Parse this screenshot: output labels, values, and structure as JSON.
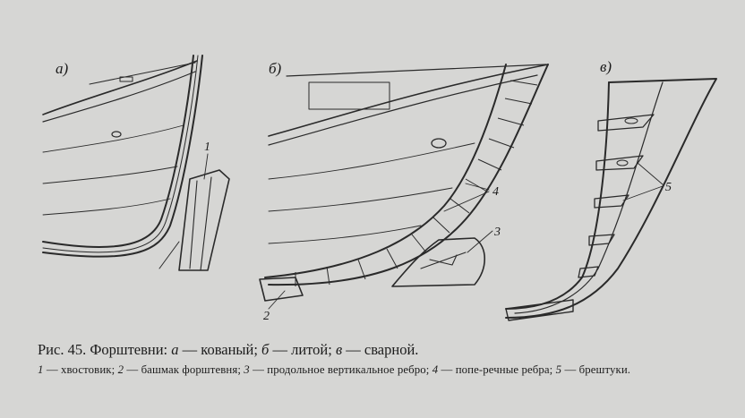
{
  "panels": [
    {
      "letter": "а)"
    },
    {
      "letter": "б)"
    },
    {
      "letter": "в)"
    }
  ],
  "callouts": [
    "1",
    "2",
    "3",
    "4",
    "5"
  ],
  "caption": {
    "title_prefix": "Рис. 45. Форштевни:",
    "parts": [
      {
        "key": "а",
        "text": "— кованый;"
      },
      {
        "key": "б",
        "text": "— литой;"
      },
      {
        "key": "в",
        "text": "— сварной."
      }
    ]
  },
  "legend": [
    {
      "num": "1",
      "text": "— хвостовик;"
    },
    {
      "num": "2",
      "text": "— башмак форштевня;"
    },
    {
      "num": "3",
      "text": "— продольное вертикальное ребро;"
    },
    {
      "num": "4",
      "text": "— попе-речные ребра;"
    },
    {
      "num": "5",
      "text": "— брештуки."
    }
  ]
}
